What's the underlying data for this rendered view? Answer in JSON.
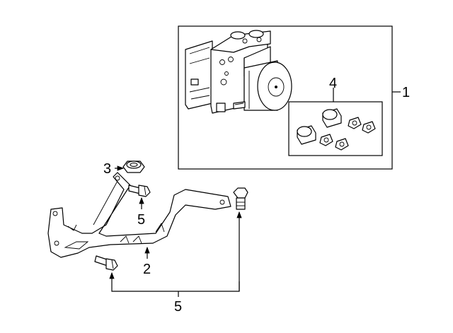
{
  "callouts": {
    "c1": "1",
    "c2": "2",
    "c3": "3",
    "c4": "4",
    "c5_upper": "5",
    "c5_lower": "5"
  }
}
